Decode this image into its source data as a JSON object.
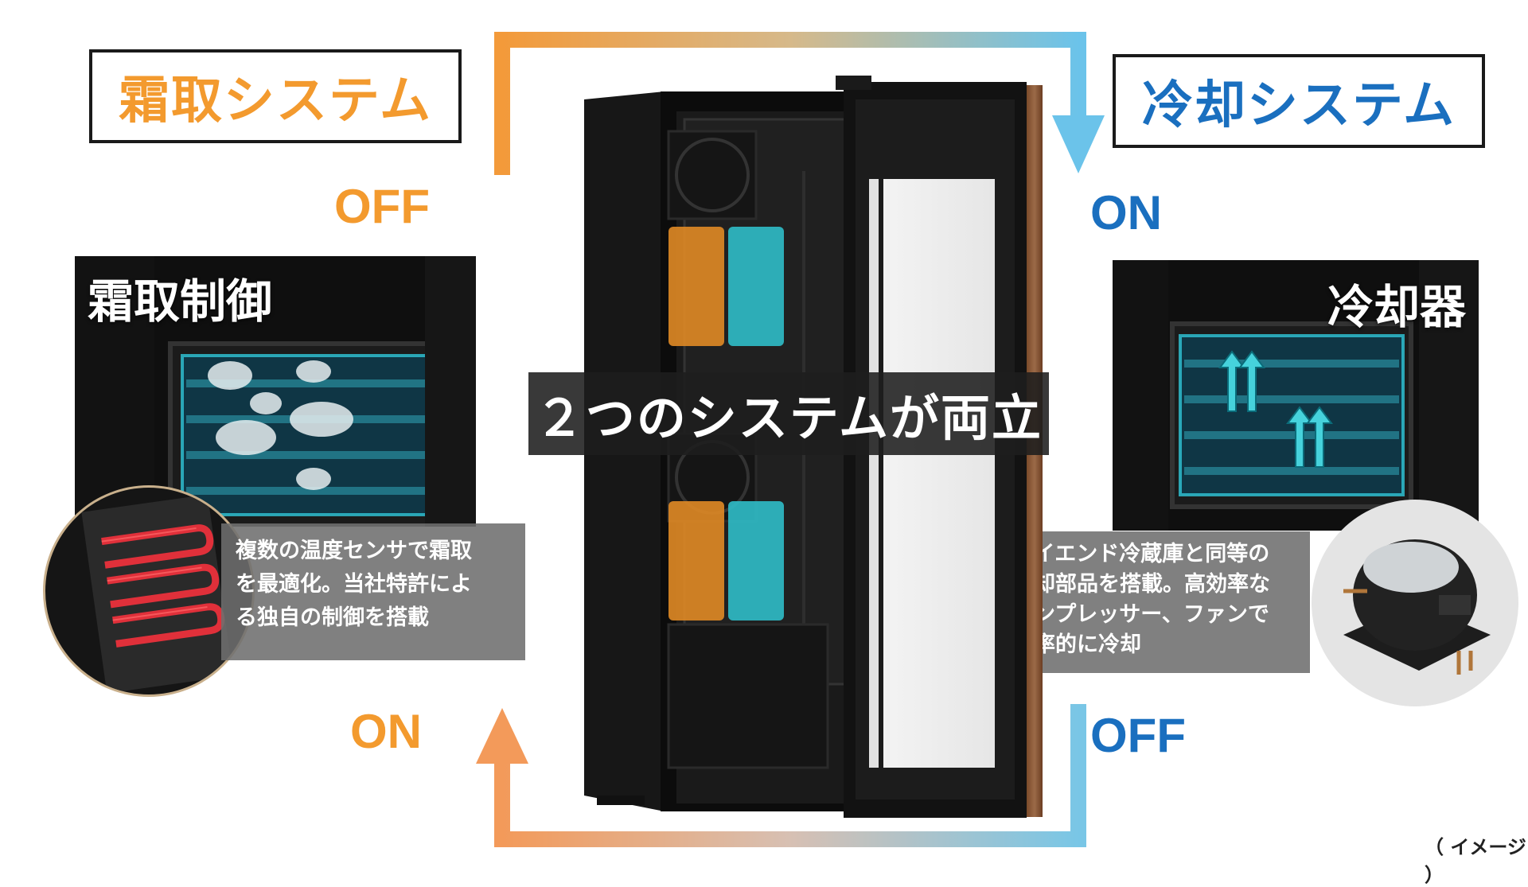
{
  "defrost": {
    "title": "霜取システム",
    "state_top": "OFF",
    "state_bottom": "ON",
    "panel_label": "霜取制御",
    "description": "複数の温度センサで霜取\nを最適化。当社特許によ\nる独自の制御を搭載",
    "color": "#f39a2e"
  },
  "cooling": {
    "title": "冷却システム",
    "state_top": "ON",
    "state_bottom": "OFF",
    "panel_label": "冷却器",
    "description": "ハイエンド冷蔵庫と同等の\n冷却部品を搭載。高効率な\nコンプレッサー、ファンで\n効率的に冷却",
    "color": "#1a6fbf"
  },
  "center": {
    "banner": "２つのシステムが両立"
  },
  "caption": "（ イメージ ）"
}
